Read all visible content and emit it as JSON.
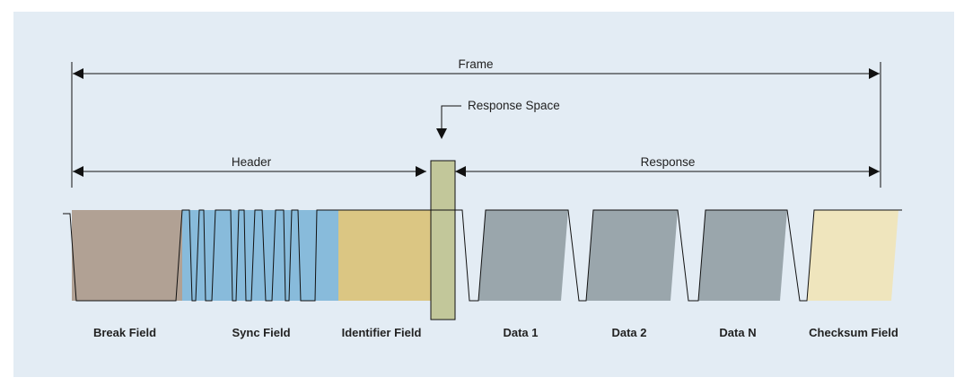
{
  "labels": {
    "frame": "Frame",
    "response_space": "Response Space",
    "header": "Header",
    "response": "Response"
  },
  "fields": [
    {
      "name": "Break Field",
      "color": "#b1a194"
    },
    {
      "name": "Sync Field",
      "color": "#88bbdb"
    },
    {
      "name": "Identifier Field",
      "color": "#dbc683"
    },
    {
      "name": "Data 1",
      "color": "#9aa6ac"
    },
    {
      "name": "Data 2",
      "color": "#9aa6ac"
    },
    {
      "name": "Data N",
      "color": "#9aa6ac"
    },
    {
      "name": "Checksum Field",
      "color": "#efe5bd"
    }
  ],
  "colors": {
    "panel_background": "#e3ecf4",
    "response_space_block": "#c2c79a",
    "line": "#111111"
  }
}
